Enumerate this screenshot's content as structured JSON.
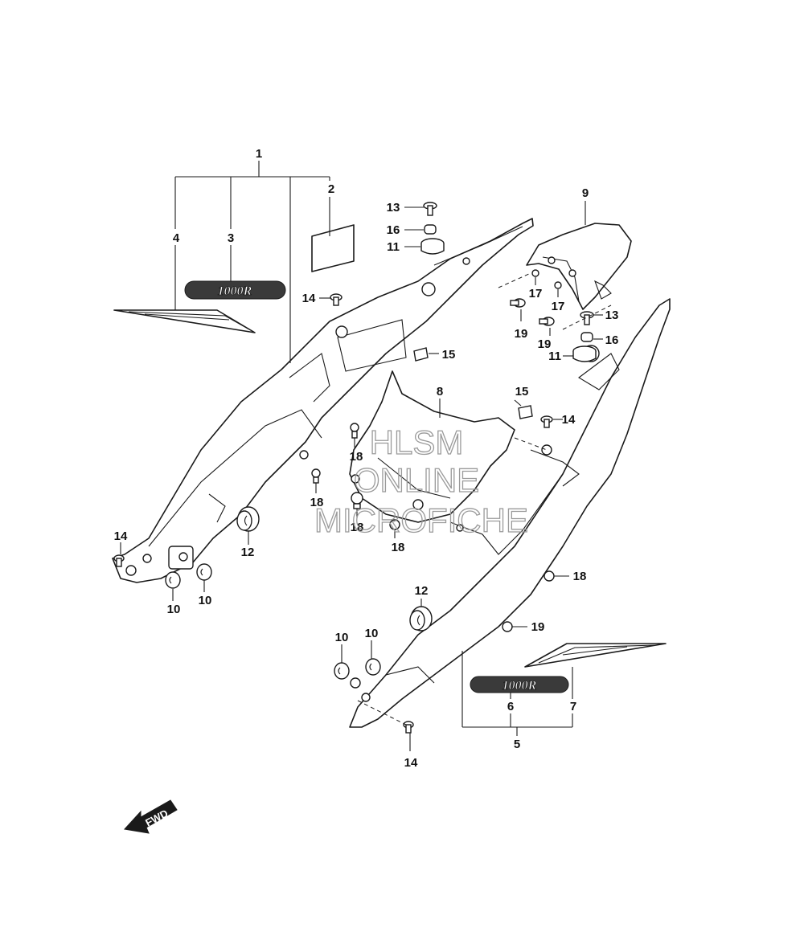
{
  "diagram": {
    "callouts": [
      {
        "id": "c1",
        "label": "1"
      },
      {
        "id": "c2",
        "label": "2"
      },
      {
        "id": "c3",
        "label": "3"
      },
      {
        "id": "c4",
        "label": "4"
      },
      {
        "id": "c5",
        "label": "5"
      },
      {
        "id": "c6",
        "label": "6"
      },
      {
        "id": "c7",
        "label": "7"
      },
      {
        "id": "c8",
        "label": "8"
      },
      {
        "id": "c9",
        "label": "9"
      },
      {
        "id": "c10a",
        "label": "10"
      },
      {
        "id": "c10b",
        "label": "10"
      },
      {
        "id": "c10c",
        "label": "10"
      },
      {
        "id": "c10d",
        "label": "10"
      },
      {
        "id": "c11a",
        "label": "11"
      },
      {
        "id": "c11b",
        "label": "11"
      },
      {
        "id": "c12a",
        "label": "12"
      },
      {
        "id": "c12b",
        "label": "12"
      },
      {
        "id": "c13a",
        "label": "13"
      },
      {
        "id": "c13b",
        "label": "13"
      },
      {
        "id": "c14a",
        "label": "14"
      },
      {
        "id": "c14b",
        "label": "14"
      },
      {
        "id": "c14c",
        "label": "14"
      },
      {
        "id": "c14d",
        "label": "14"
      },
      {
        "id": "c15a",
        "label": "15"
      },
      {
        "id": "c15b",
        "label": "15"
      },
      {
        "id": "c16a",
        "label": "16"
      },
      {
        "id": "c16b",
        "label": "16"
      },
      {
        "id": "c17a",
        "label": "17"
      },
      {
        "id": "c17b",
        "label": "17"
      },
      {
        "id": "c18a",
        "label": "18"
      },
      {
        "id": "c18b",
        "label": "18"
      },
      {
        "id": "c18c",
        "label": "18"
      },
      {
        "id": "c18d",
        "label": "18"
      },
      {
        "id": "c18e",
        "label": "18"
      },
      {
        "id": "c19a",
        "label": "19"
      },
      {
        "id": "c19b",
        "label": "19"
      }
    ],
    "decal_text_left": "1000R",
    "decal_text_right": "1000R",
    "fwd_label": "FWD"
  },
  "watermark": {
    "line1": "HLSM",
    "line2": "ONLINE",
    "line3": "MICROFICHE",
    "color": "#9a9a9a"
  }
}
